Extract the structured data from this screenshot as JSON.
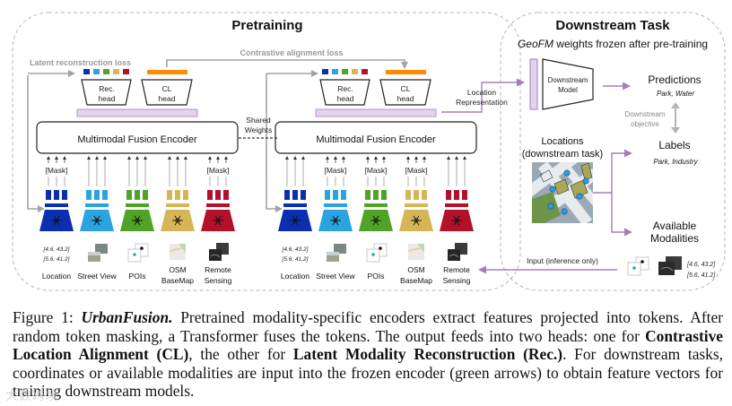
{
  "pretraining": {
    "title": "Pretraining",
    "latent_loss_label": "Latent reconstruction loss",
    "contrastive_loss_label": "Contrastive alignment loss",
    "shared_weights_label": [
      "Shared",
      "Weights"
    ],
    "rec_head_label": [
      "Rec.",
      "head"
    ],
    "cl_head_label": [
      "CL",
      "head"
    ],
    "encoder_label": "Multimodal Fusion Encoder",
    "mask_label": "[Mask]",
    "token_colors": [
      "#0b2fb0",
      "#2aa3e0",
      "#4fa326",
      "#d6b556",
      "#b3102a"
    ],
    "cl_token_color": "#ff8a00",
    "fused_bar_color": "#e2d4ec",
    "branches": [
      {
        "masked": [
          true,
          false,
          false,
          false,
          true
        ],
        "modalities": [
          {
            "name": "Location",
            "color": "#0b2fb0",
            "icon": "coordinates-icon"
          },
          {
            "name": "Street View",
            "color": "#2aa3e0",
            "icon": "street-view-icon"
          },
          {
            "name": "POIs",
            "color": "#4fa326",
            "icon": "poi-icon"
          },
          {
            "name": "OSM BaseMap",
            "color": "#d6b556",
            "icon": "basemap-icon"
          },
          {
            "name": "Remote Sensing",
            "color": "#b3102a",
            "icon": "satellite-icon"
          }
        ]
      },
      {
        "masked": [
          false,
          true,
          true,
          true,
          false
        ],
        "modalities": [
          {
            "name": "Location",
            "color": "#0b2fb0",
            "icon": "coordinates-icon"
          },
          {
            "name": "Street View",
            "color": "#2aa3e0",
            "icon": "street-view-icon"
          },
          {
            "name": "POIs",
            "color": "#4fa326",
            "icon": "poi-icon"
          },
          {
            "name": "OSM BaseMap",
            "color": "#d6b556",
            "icon": "basemap-icon"
          },
          {
            "name": "Remote Sensing",
            "color": "#b3102a",
            "icon": "satellite-icon"
          }
        ]
      }
    ],
    "coordinates": [
      "[4.6, 43.2]",
      "[5.6, 41.2]"
    ]
  },
  "link": {
    "location_representation": [
      "Location",
      "Representation"
    ],
    "input_inference": "Input (inference only)"
  },
  "downstream": {
    "title": "Downstream Task",
    "subtitle_italic": "GeoFM",
    "subtitle_rest": " weights frozen after pre-training",
    "model_label": [
      "Downstream",
      "Model"
    ],
    "predictions": "Predictions",
    "predictions_values": "Park, Water",
    "objective_label": [
      "Downstream",
      "objective"
    ],
    "labels": "Labels",
    "labels_values": "Park, Industry",
    "locations_label": [
      "Locations",
      "(downstream task)"
    ],
    "available_modalities": [
      "Available",
      "Modalities"
    ],
    "coordinates": [
      "[4.6, 43.2]",
      "[5.6, 41.2]"
    ]
  },
  "colors": {
    "purple_arrow": "#a57dbb",
    "gray_arrow": "#a3a3a3",
    "dash_border": "#b5b5b5"
  },
  "caption": {
    "prefix": "Figure 1: ",
    "name": "UrbanFusion.",
    "text1": " Pretrained modality-specific encoders extract features projected into tokens. After random token masking, a Transformer fuses the tokens. The output feeds into two heads: one for ",
    "bold1": "Contrastive Location Alignment (CL)",
    "text2": ", the other for ",
    "bold2": "Latent Modality Reconstruction (Rec.)",
    "text3": ". For downstream tasks, coordinates or available modalities are input into the frozen encoder (green arrows) to obtain feature vectors for training downstream models."
  },
  "watermark": "大数跨境"
}
